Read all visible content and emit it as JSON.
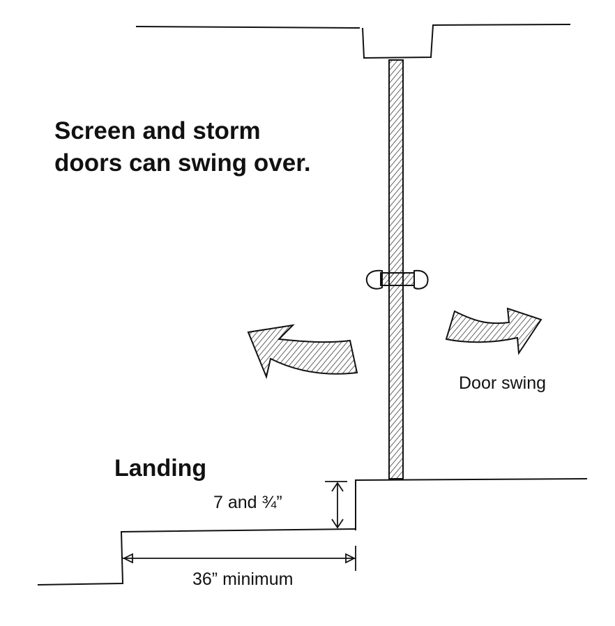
{
  "title_line1": "Screen and storm",
  "title_line2": "doors can swing over.",
  "landing_label": "Landing",
  "door_swing_label": "Door swing",
  "riser_height_label": "7 and ¾”",
  "landing_width_label": "36” minimum",
  "colors": {
    "ink": "#111111",
    "background": "#ffffff"
  }
}
